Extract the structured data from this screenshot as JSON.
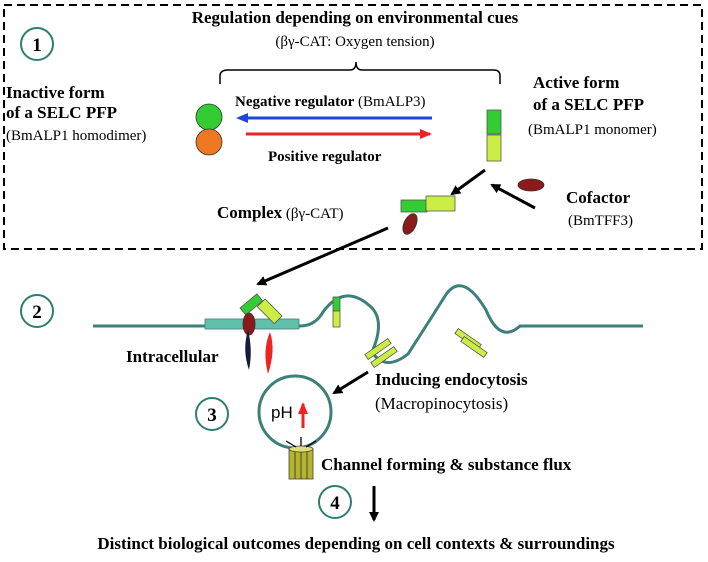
{
  "box": {
    "title": "Regulation depending on environmental cues",
    "subtitle": "(βγ-CAT: Oxygen tension)"
  },
  "steps": [
    "1",
    "2",
    "3",
    "4"
  ],
  "inactive": {
    "line1": "Inactive form",
    "line2": "of a SELC PFP",
    "line3": "(BmALP1 homodimer)"
  },
  "active": {
    "line1": "Active form",
    "line2": "of a SELC PFP",
    "line3": "(BmALP1 monomer)"
  },
  "negative": {
    "bold": "Negative regulator",
    "normal": " (BmALP3)"
  },
  "positive": {
    "bold": "Positive regulator"
  },
  "cofactor": {
    "bold": "Cofactor",
    "normal": "(BmTFF3)"
  },
  "complex": {
    "bold": "Complex",
    "normal": " (βγ-CAT)"
  },
  "intracellular": "Intracellular",
  "endocytosis": {
    "bold": "Inducing endocytosis",
    "normal": "(Macropinocytosis)"
  },
  "ph": "pH",
  "channel": "Channel forming & substance flux",
  "outcome": "Distinct biological outcomes depending on cell contexts & surroundings",
  "colors": {
    "green": "#33cc33",
    "lightgreen": "#ccee44",
    "orange": "#ee7722",
    "cofactor": "#8b1a1a",
    "membrane": "#3d7f7a",
    "membraneFill": "#5fbfa8",
    "negative": "#1f45e0",
    "positive": "#ee2222"
  }
}
